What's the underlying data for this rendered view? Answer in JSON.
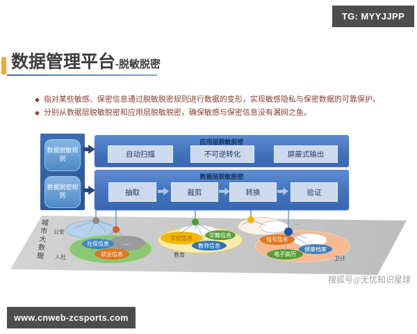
{
  "badges": {
    "telegram": "TG: MYYJJPP",
    "website": "www.cnweb-zcsports.com"
  },
  "header": {
    "title": "数据管理平台",
    "subtitle": "-脱敏脱密"
  },
  "bullets": [
    "指对某些敏感、保密信息通过脱敏脱密规则进行数据的变形，实现敏感隐私与保密数据的可靠保护。",
    "分别从数据层脱敏脱密和应用层脱敏脱密，确保敏感与保密信息没有漏网之鱼。"
  ],
  "diagram": {
    "rules": [
      {
        "label": "数据脱敏规则"
      },
      {
        "label": "数据脱密规则"
      }
    ],
    "app_layer": {
      "title": "应用层脱敏脱密",
      "steps": [
        "自动扫描",
        "不可逆转化",
        "屏蔽式输出"
      ]
    },
    "data_layer": {
      "title": "数据层脱敏脱密",
      "steps": [
        "抽取",
        "裁剪",
        "转换",
        "验证"
      ]
    },
    "platform": {
      "label": "城市大数据",
      "more_label": "…",
      "domains": [
        {
          "name": "公安",
          "items": []
        },
        {
          "name": "人社",
          "items": [
            "社保信息",
            "…",
            "就业信息"
          ]
        },
        {
          "name": "教育",
          "items": [
            "…",
            "学校信息",
            "学籍信息",
            "教师信息"
          ]
        },
        {
          "name": "",
          "items": [
            "…"
          ]
        },
        {
          "name": "卫计",
          "items": [
            "挂号信息",
            "…",
            "健康档案",
            "电子病历"
          ]
        }
      ]
    }
  },
  "watermark": "搜狐号@无忧知识星球",
  "colors": {
    "accent_orange": "#f2a73d",
    "badge_bg": "#4d4d4d",
    "panel_blue": "#4273bd",
    "rule_box_blue": "#5b9bd5",
    "bullet_text": "#8a4034",
    "plane_gray": "#c6c6c6"
  }
}
